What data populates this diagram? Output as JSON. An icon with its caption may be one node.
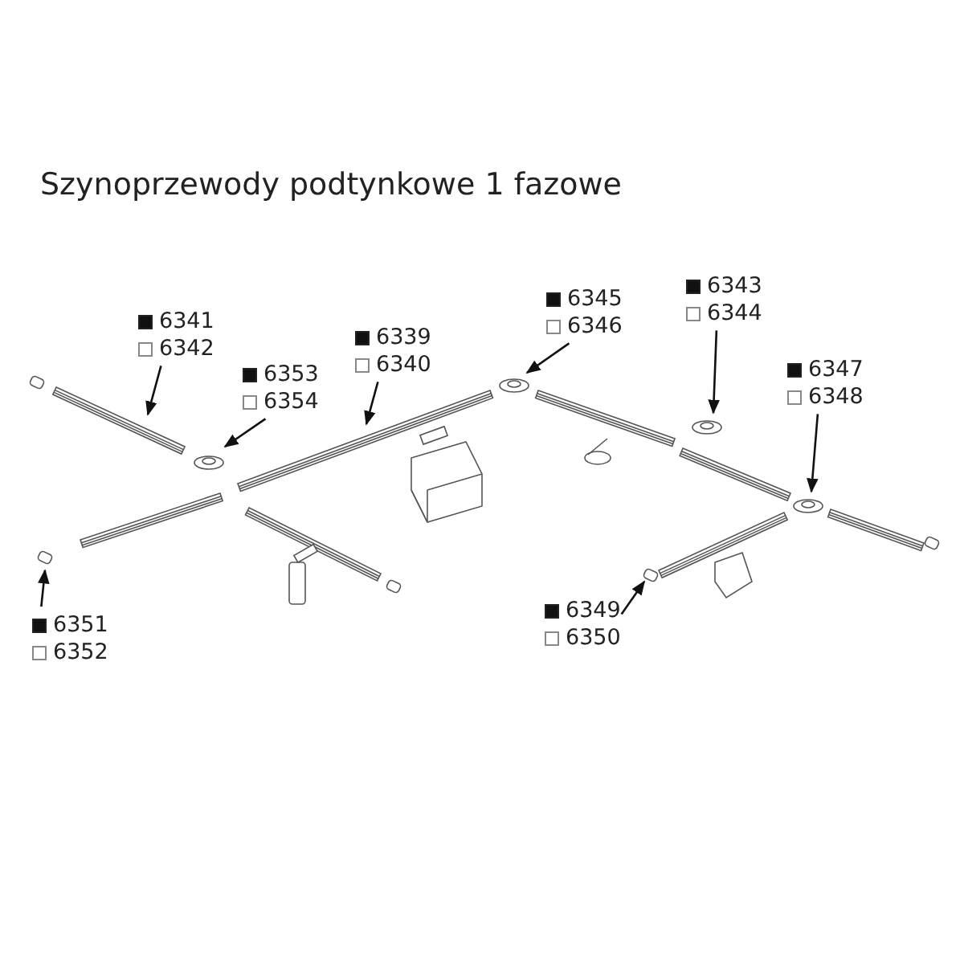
{
  "diagram": {
    "title": "Szynoprzewody podtynkowe 1 fazowe",
    "nodes": [
      {
        "text": [
          "6341",
          "6342"
        ]
      },
      {
        "text": [
          "6353",
          "6354"
        ]
      },
      {
        "text": [
          "6339",
          "6340"
        ]
      },
      {
        "text": [
          "6345",
          "6346"
        ]
      },
      {
        "text": [
          "6343",
          "6344"
        ]
      },
      {
        "text": [
          "6347",
          "6348"
        ]
      },
      {
        "text": [
          "6351",
          "6352"
        ]
      },
      {
        "text": [
          "6349",
          "6350"
        ]
      }
    ],
    "edges": [
      {
        "from": 0,
        "to": null,
        "arrow": "to"
      },
      {
        "from": 1,
        "to": null,
        "arrow": "to"
      },
      {
        "from": 2,
        "to": null,
        "arrow": "to"
      },
      {
        "from": 3,
        "to": null,
        "arrow": "to"
      },
      {
        "from": 4,
        "to": null,
        "arrow": "to"
      },
      {
        "from": 5,
        "to": null,
        "arrow": "to"
      },
      {
        "from": 6,
        "to": null,
        "arrow": "to"
      },
      {
        "from": 7,
        "to": null,
        "arrow": "to"
      }
    ]
  }
}
